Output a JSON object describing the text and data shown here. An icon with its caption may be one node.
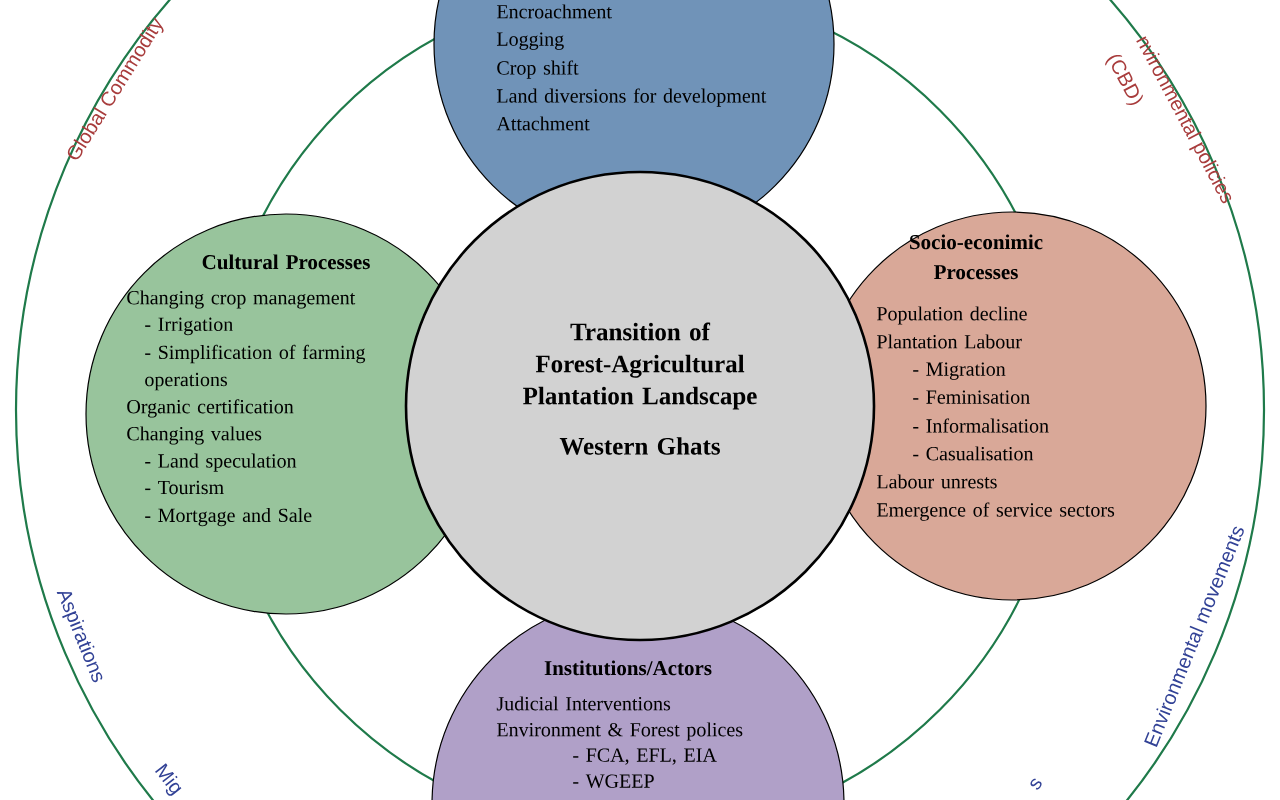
{
  "diagram": {
    "nodes": [
      {
        "text": [
          "Encroachment",
          "Logging",
          "Crop shift",
          "Land diversions for development",
          "Attachment"
        ]
      },
      {
        "text": [
          "Cultural Processes",
          "Changing crop management",
          "- Irrigation",
          "- Simplification of farming operations",
          "Organic certification",
          "Changing values",
          "- Land speculation",
          "- Tourism",
          "- Mortgage and Sale"
        ]
      },
      {
        "text": [
          "Transition of Forest-Agricultural Plantation Landscape",
          "Western Ghats"
        ]
      },
      {
        "text": [
          "Socio-econimic Processes",
          "Population decline",
          "Plantation Labour",
          "- Migration",
          "- Feminisation",
          "- Informalisation",
          "- Casualisation",
          "Labour unrests",
          "Emergence of service sectors"
        ]
      },
      {
        "text": [
          "Institutions/Actors",
          "Judicial Interventions",
          "Environment & Forest polices",
          "- FCA, EFL, EIA",
          "- WGEEP"
        ]
      }
    ],
    "labels": [
      "Global Commodity",
      "(CBD)",
      "nvironmental policies",
      "Aspirations",
      "Mig",
      "s",
      "Environmental movements"
    ]
  }
}
